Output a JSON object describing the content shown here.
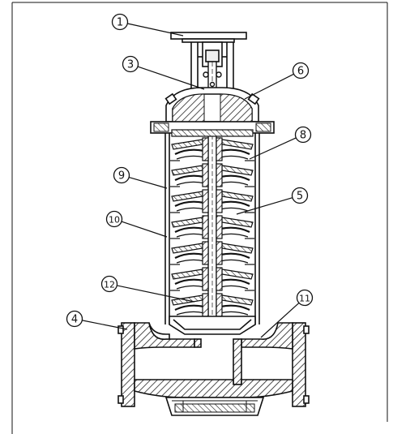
{
  "callouts": [
    {
      "label": "1"
    },
    {
      "label": "3"
    },
    {
      "label": "6"
    },
    {
      "label": "8"
    },
    {
      "label": "9"
    },
    {
      "label": "5"
    },
    {
      "label": "10"
    },
    {
      "label": "12"
    },
    {
      "label": "11"
    },
    {
      "label": "4"
    }
  ],
  "colors": {
    "line": "#111111",
    "hatch": "#222222",
    "background": "#ffffff"
  }
}
